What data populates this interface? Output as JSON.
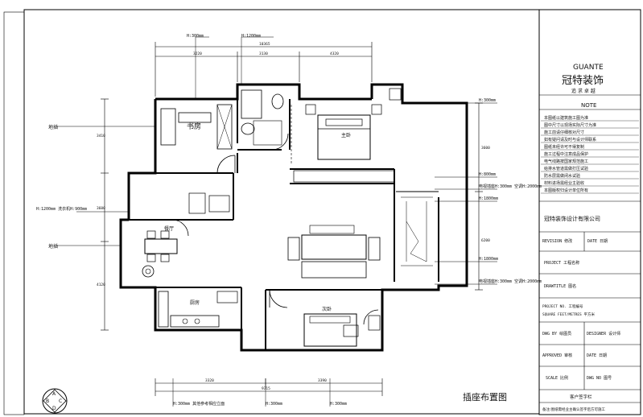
{
  "title_block": {
    "brand_en": "GUANTE",
    "brand_cn": "冠特装饰",
    "slogan": "追 求 卓 越",
    "note_heading": "NOTE",
    "notes": [
      "本图纸以建筑施工图为准",
      "图中尺寸以现场实际尺寸为准",
      "施工前请仔细核对尺寸",
      "如有疑问请及时与设计师联系",
      "图纸未经许可不得复制",
      "施工过程中注意成品保护",
      "电气线路按国家规范施工",
      "给排水管道需做打压试验",
      "防水层需做闭水试验",
      "材料进场需经业主验收",
      "本图版权归设计单位所有"
    ],
    "company": "冠特装饰设计有限公司",
    "revision_label": "REVISION 修改",
    "date_label": "DATE 日期",
    "project_label": "PROJECT 工程名称",
    "drawtitle_label": "DRAWTITLE 图名",
    "project_no_label": "PROJECT NO. 工程编号",
    "area_label": "SQUARE FEET/METRES 平方米",
    "dwg_by_label": "DWG BY 绘图员",
    "designer_label": "DESIGNER 设计师",
    "approved_label": "APPROVED 审核",
    "date2_label": "DATE 日期",
    "scale_label": "SCALE 比例",
    "dwg_no_label": "DWG NO 图号",
    "client_label": "客户签字栏",
    "footer_note": "备注:图纸需经业主确认签字后方可施工"
  },
  "plan": {
    "title": "插座布置图",
    "logo_letters": [
      "A",
      "B",
      "C",
      "D"
    ],
    "room_labels": {
      "study": "书房",
      "master_bedroom": "主卧",
      "dining": "餐厅",
      "kitchen": "厨房",
      "second_bedroom": "次卧"
    },
    "dims_top": [
      "3220",
      "3130",
      "4320"
    ],
    "dim_top_total": "10365",
    "dims_bottom": [
      "3320",
      "3390"
    ],
    "dim_bottom_total": "9315",
    "dim_left": [
      "3410",
      "3600",
      "4120"
    ],
    "dim_right": [
      "3600",
      "6200"
    ],
    "callouts_top": [
      "H:300mm",
      "H:1200mm"
    ],
    "callouts_right": [
      "H:300mm",
      "H:800mm",
      "电视插座H:300mm 空调H:2000mm",
      "H:1800mm",
      "H:1800mm",
      "电视插座H:300mm 空调H:2000mm"
    ],
    "callout_left": "H:1200mm 洗衣机H:900mm",
    "callouts_bottom": [
      "H:300mm 其他参考相应立面",
      "H:300mm",
      "H:300mm"
    ],
    "left_tag": "地插"
  }
}
